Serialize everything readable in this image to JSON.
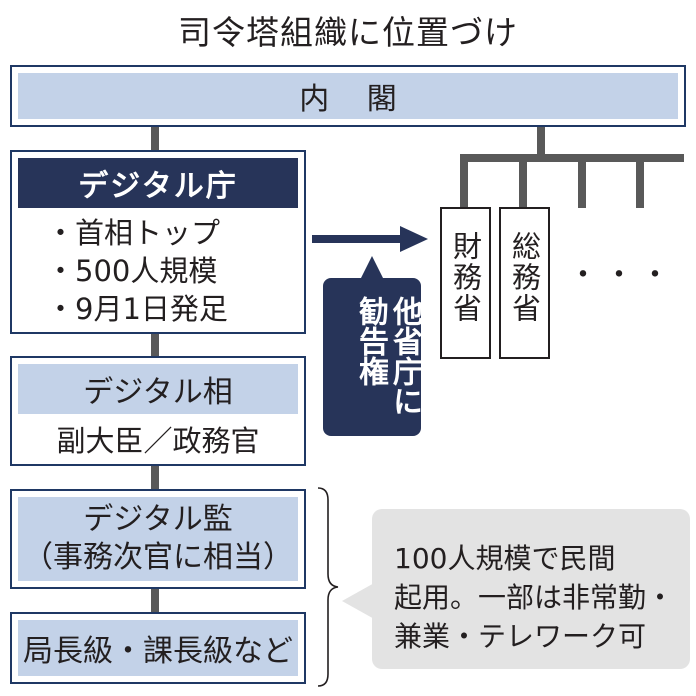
{
  "title": "司令塔組織に位置づけ",
  "cabinet": {
    "label": "内 閣"
  },
  "digital_agency": {
    "title": "デジタル庁",
    "bullets": [
      "・首相トップ",
      "・500人規模",
      "・9月1日発足"
    ]
  },
  "digital_minister": {
    "title": "デジタル相",
    "sub": "副大臣／政務官"
  },
  "digital_supervisor": {
    "line1": "デジタル監",
    "line2": "（事務次官に相当）"
  },
  "bureau_level": {
    "label": "局長級・課長級など"
  },
  "ministries": [
    {
      "label": "財務省"
    },
    {
      "label": "総務省"
    }
  ],
  "ministries_more": "・・・",
  "authority_callout": {
    "text": "他省庁に勧告権"
  },
  "note": {
    "lines": [
      "100人規模で民間",
      "起用。一部は非常勤・",
      "兼業・テレワーク可"
    ]
  },
  "colors": {
    "navy": "#273459",
    "light_blue": "#c3d2e8",
    "border": "#1f3864",
    "connector": "#595959",
    "note_bg": "#e3e3e3"
  }
}
